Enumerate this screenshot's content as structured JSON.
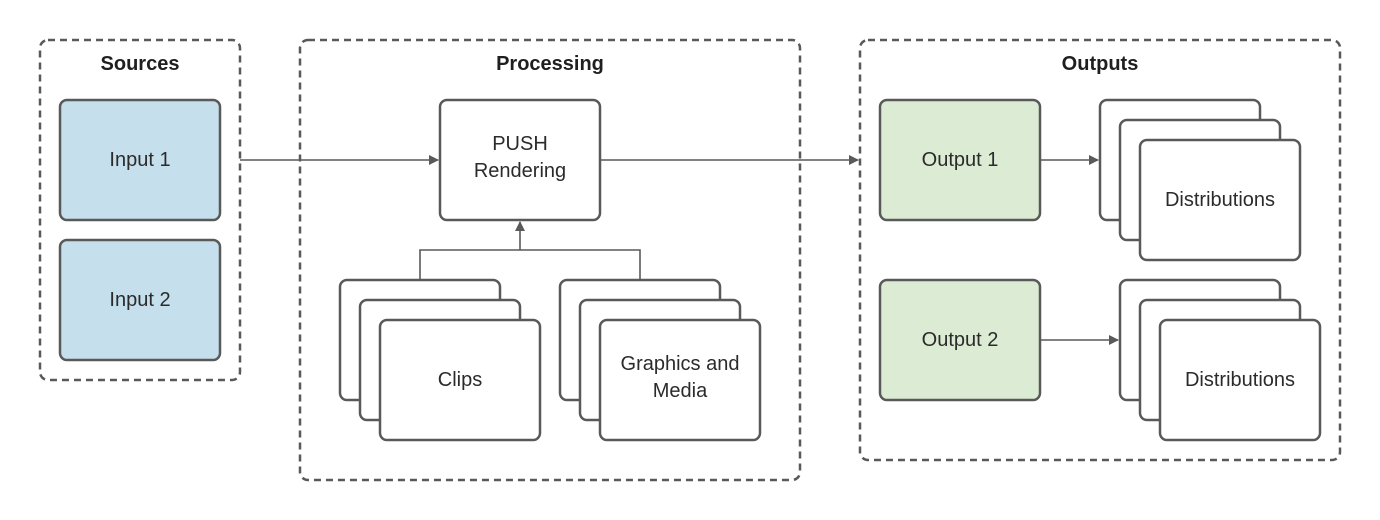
{
  "colors": {
    "stroke": "#595959",
    "input_fill": "#c5dfec",
    "output_fill": "#dcebd3",
    "box_fill": "#ffffff"
  },
  "groups": {
    "sources": {
      "title": "Sources"
    },
    "processing": {
      "title": "Processing"
    },
    "outputs": {
      "title": "Outputs"
    }
  },
  "nodes": {
    "input_1": {
      "label": "Input 1"
    },
    "input_2": {
      "label": "Input 2"
    },
    "push_rendering": {
      "label_line1": "PUSH",
      "label_line2": "Rendering"
    },
    "clips": {
      "label": "Clips"
    },
    "graphics_media": {
      "label_line1": "Graphics and",
      "label_line2": "Media"
    },
    "output_1": {
      "label": "Output 1"
    },
    "output_2": {
      "label": "Output 2"
    },
    "distributions_1": {
      "label": "Distributions"
    },
    "distributions_2": {
      "label": "Distributions"
    }
  }
}
